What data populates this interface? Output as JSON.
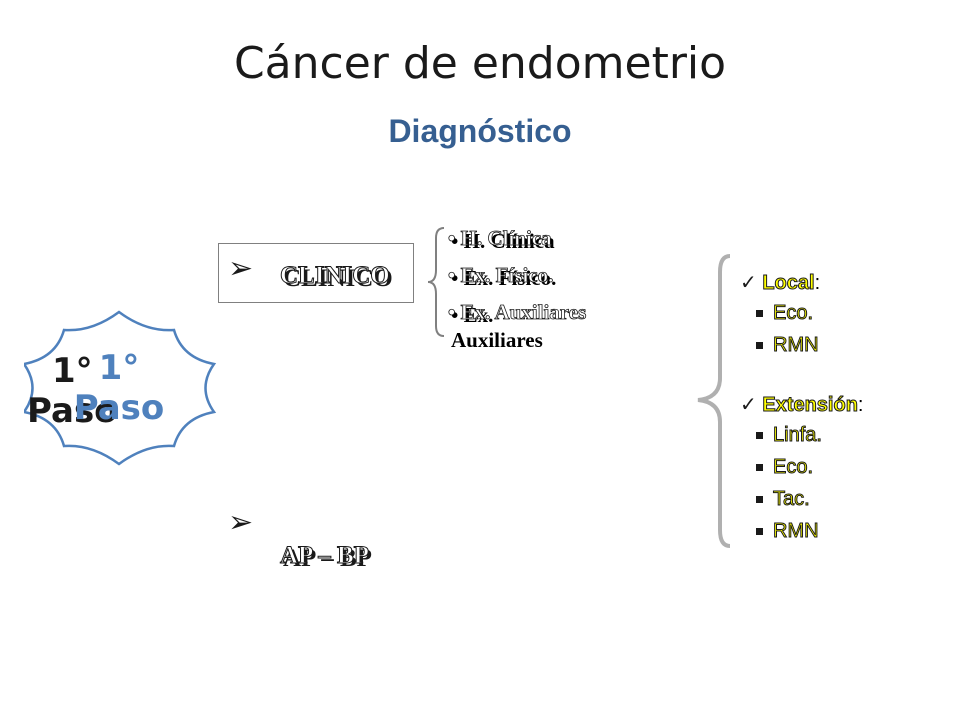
{
  "slide": {
    "title": "Cáncer de endometrio",
    "subtitle": "Diagnóstico",
    "step_badge": {
      "line1": "1°",
      "line2": "Paso",
      "color": "#4f81bd"
    },
    "clinico": {
      "label": "CLINICO",
      "items": [
        "H. Clínica",
        "Ex. Físico.",
        "Ex. Auxiliares"
      ]
    },
    "ap_bp": {
      "label": "AP – BP"
    },
    "right": {
      "local": {
        "label": "Local",
        "suffix": ":",
        "items": [
          "Eco.",
          "RMN"
        ]
      },
      "extension": {
        "label": "Extensión",
        "suffix": ":",
        "items": [
          "Linfa.",
          "Eco.",
          "Tac.",
          "RMN"
        ]
      },
      "highlight_color": "#ffff00"
    }
  }
}
